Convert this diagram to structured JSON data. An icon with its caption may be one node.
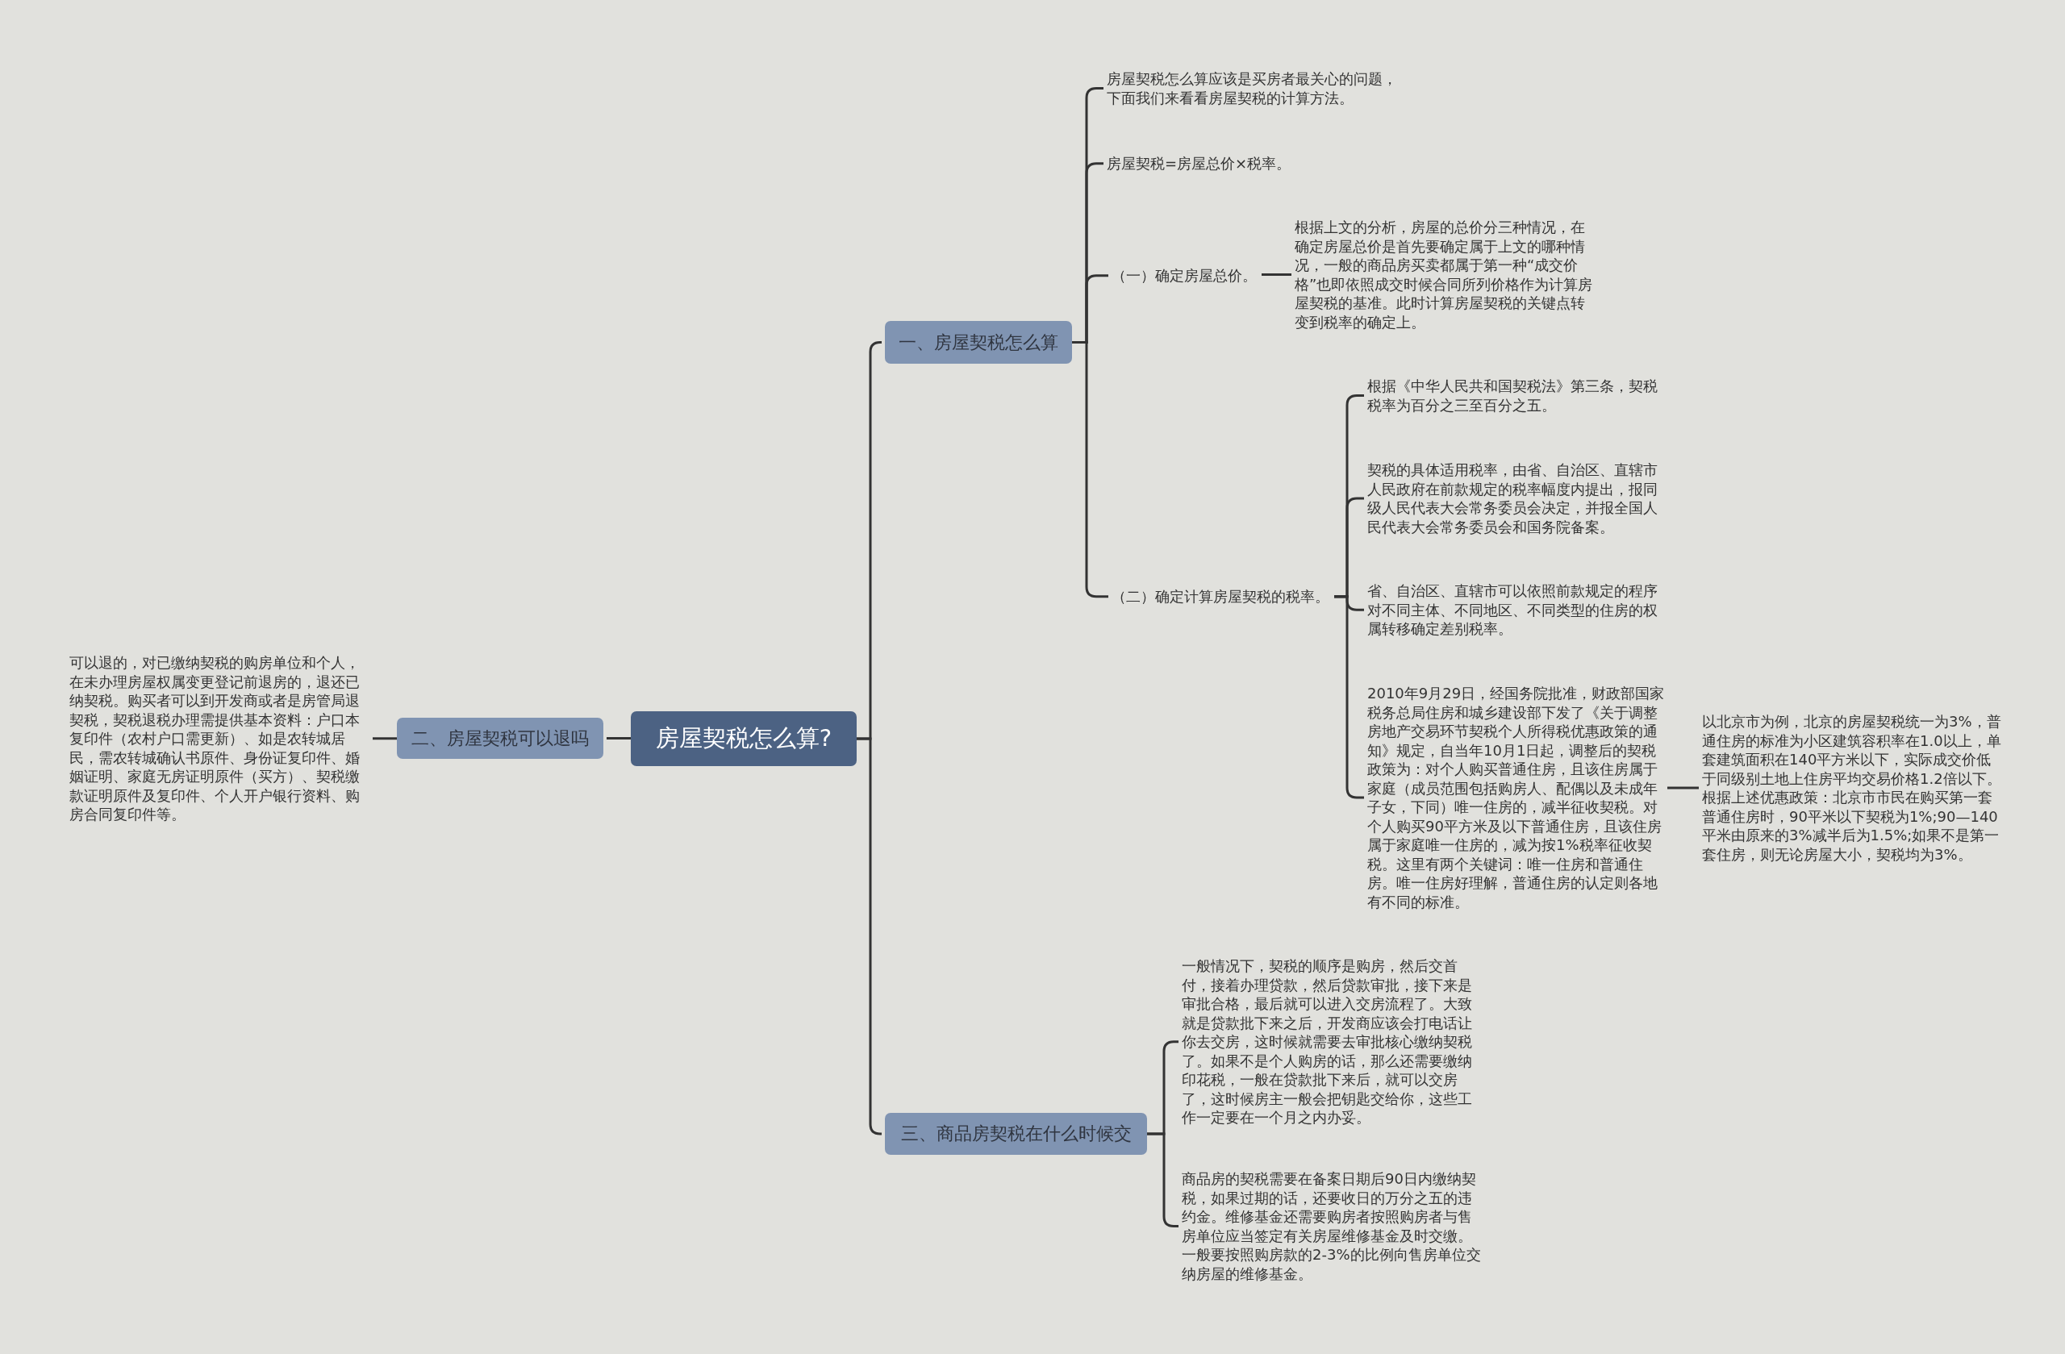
{
  "diagram": {
    "nodes": [
      {
        "text": [
          "房屋契税怎么算?"
        ]
      },
      {
        "text": [
          "一、房屋契税怎么算"
        ]
      },
      {
        "text": [
          "房屋契税怎么算应该是买房者最关心的问题，下面我们来看看房屋契税的计算方法。"
        ]
      },
      {
        "text": [
          "房屋契税=房屋总价×税率。"
        ]
      },
      {
        "text": [
          "（一）确定房屋总价。"
        ]
      },
      {
        "text": [
          "根据上文的分析，房屋的总价分三种情况，在确定房屋总价是首先要确定属于上文的哪种情况，一般的商品房买卖都属于第一种“成交价格”也即依照成交时候合同所列价格作为计算房屋契税的基准。此时计算房屋契税的关键点转变到税率的确定上。"
        ]
      },
      {
        "text": [
          "（二）确定计算房屋契税的税率。"
        ]
      },
      {
        "text": [
          "根据《中华人民共和国契税法》第三条，契税税率为百分之三至百分之五。"
        ]
      },
      {
        "text": [
          "契税的具体适用税率，由省、自治区、直辖市人民政府在前款规定的税率幅度内提出，报同级人民代表大会常务委员会决定，并报全国人民代表大会常务委员会和国务院备案。"
        ]
      },
      {
        "text": [
          "省、自治区、直辖市可以依照前款规定的程序对不同主体、不同地区、不同类型的住房的权属转移确定差别税率。"
        ]
      },
      {
        "text": [
          "2010年9月29日，经国务院批准，财政部国家税务总局住房和城乡建设部下发了《关于调整房地产交易环节契税个人所得税优惠政策的通知》规定，自当年10月1日起，调整后的契税政策为：对个人购买普通住房，且该住房属于家庭（成员范围包括购房人、配偶以及未成年子女，下同）唯一住房的，减半征收契税。对个人购买90平方米及以下普通住房，且该住房属于家庭唯一住房的，减为按1%税率征收契税。这里有两个关键词：唯一住房和普通住房。唯一住房好理解，普通住房的认定则各地有不同的标准。"
        ]
      },
      {
        "text": [
          "以北京市为例，北京的房屋契税统一为3%，普通住房的标准为小区建筑容积率在1.0以上，单套建筑面积在140平方米以下，实际成交价低于同级别土地上住房平均交易价格1.2倍以下。根据上述优惠政策：北京市市民在购买第一套普通住房时，90平米以下契税为1%;90—140平米由原来的3%减半后为1.5%;如果不是第一套住房，则无论房屋大小，契税均为3%。"
        ]
      },
      {
        "text": [
          "二、房屋契税可以退吗"
        ]
      },
      {
        "text": [
          "可以退的，对已缴纳契税的购房单位和个人，在未办理房屋权属变更登记前退房的，退还已纳契税。购买者可以到开发商或者是房管局退契税，契税退税办理需提供基本资料：户口本复印件（农村户口需更新）、如是农转城居民，需农转城确认书原件、身份证复印件、婚姻证明、家庭无房证明原件（买方）、契税缴款证明原件及复印件、个人开户银行资料、购房合同复印件等。"
        ]
      },
      {
        "text": [
          "三、商品房契税在什么时候交"
        ]
      },
      {
        "text": [
          "一般情况下，契税的顺序是购房，然后交首付，接着办理贷款，然后贷款审批，接下来是审批合格，最后就可以进入交房流程了。大致就是贷款批下来之后，开发商应该会打电话让你去交房，这时候就需要去审批核心缴纳契税了。如果不是个人购房的话，那么还需要缴纳印花税，一般在贷款批下来后，就可以交房了，这时候房主一般会把钥匙交给你，这些工作一定要在一个月之内办妥。"
        ]
      },
      {
        "text": [
          "商品房的契税需要在备案日期后90日内缴纳契税，如果过期的话，还要收日的万分之五的违约金。维修基金还需要购房者按照购房者与售房单位应当签定有关房屋维修基金及时交缴。一般要按照购房款的2-3%的比例向售房单位交纳房屋的维修基金。"
        ]
      }
    ],
    "edges": [
      {
        "from": 0,
        "to": 1,
        "arrow": "none"
      },
      {
        "from": 1,
        "to": 2,
        "arrow": "none"
      },
      {
        "from": 1,
        "to": 3,
        "arrow": "none"
      },
      {
        "from": 1,
        "to": 4,
        "arrow": "none"
      },
      {
        "from": 4,
        "to": 5,
        "arrow": "none"
      },
      {
        "from": 1,
        "to": 6,
        "arrow": "none"
      },
      {
        "from": 6,
        "to": 7,
        "arrow": "none"
      },
      {
        "from": 6,
        "to": 8,
        "arrow": "none"
      },
      {
        "from": 6,
        "to": 9,
        "arrow": "none"
      },
      {
        "from": 6,
        "to": 10,
        "arrow": "none"
      },
      {
        "from": 10,
        "to": 11,
        "arrow": "none"
      },
      {
        "from": 0,
        "to": 12,
        "arrow": "none"
      },
      {
        "from": 12,
        "to": 13,
        "arrow": "none"
      },
      {
        "from": 0,
        "to": 14,
        "arrow": "none"
      },
      {
        "from": 14,
        "to": 15,
        "arrow": "none"
      },
      {
        "from": 14,
        "to": 16,
        "arrow": "none"
      }
    ]
  }
}
